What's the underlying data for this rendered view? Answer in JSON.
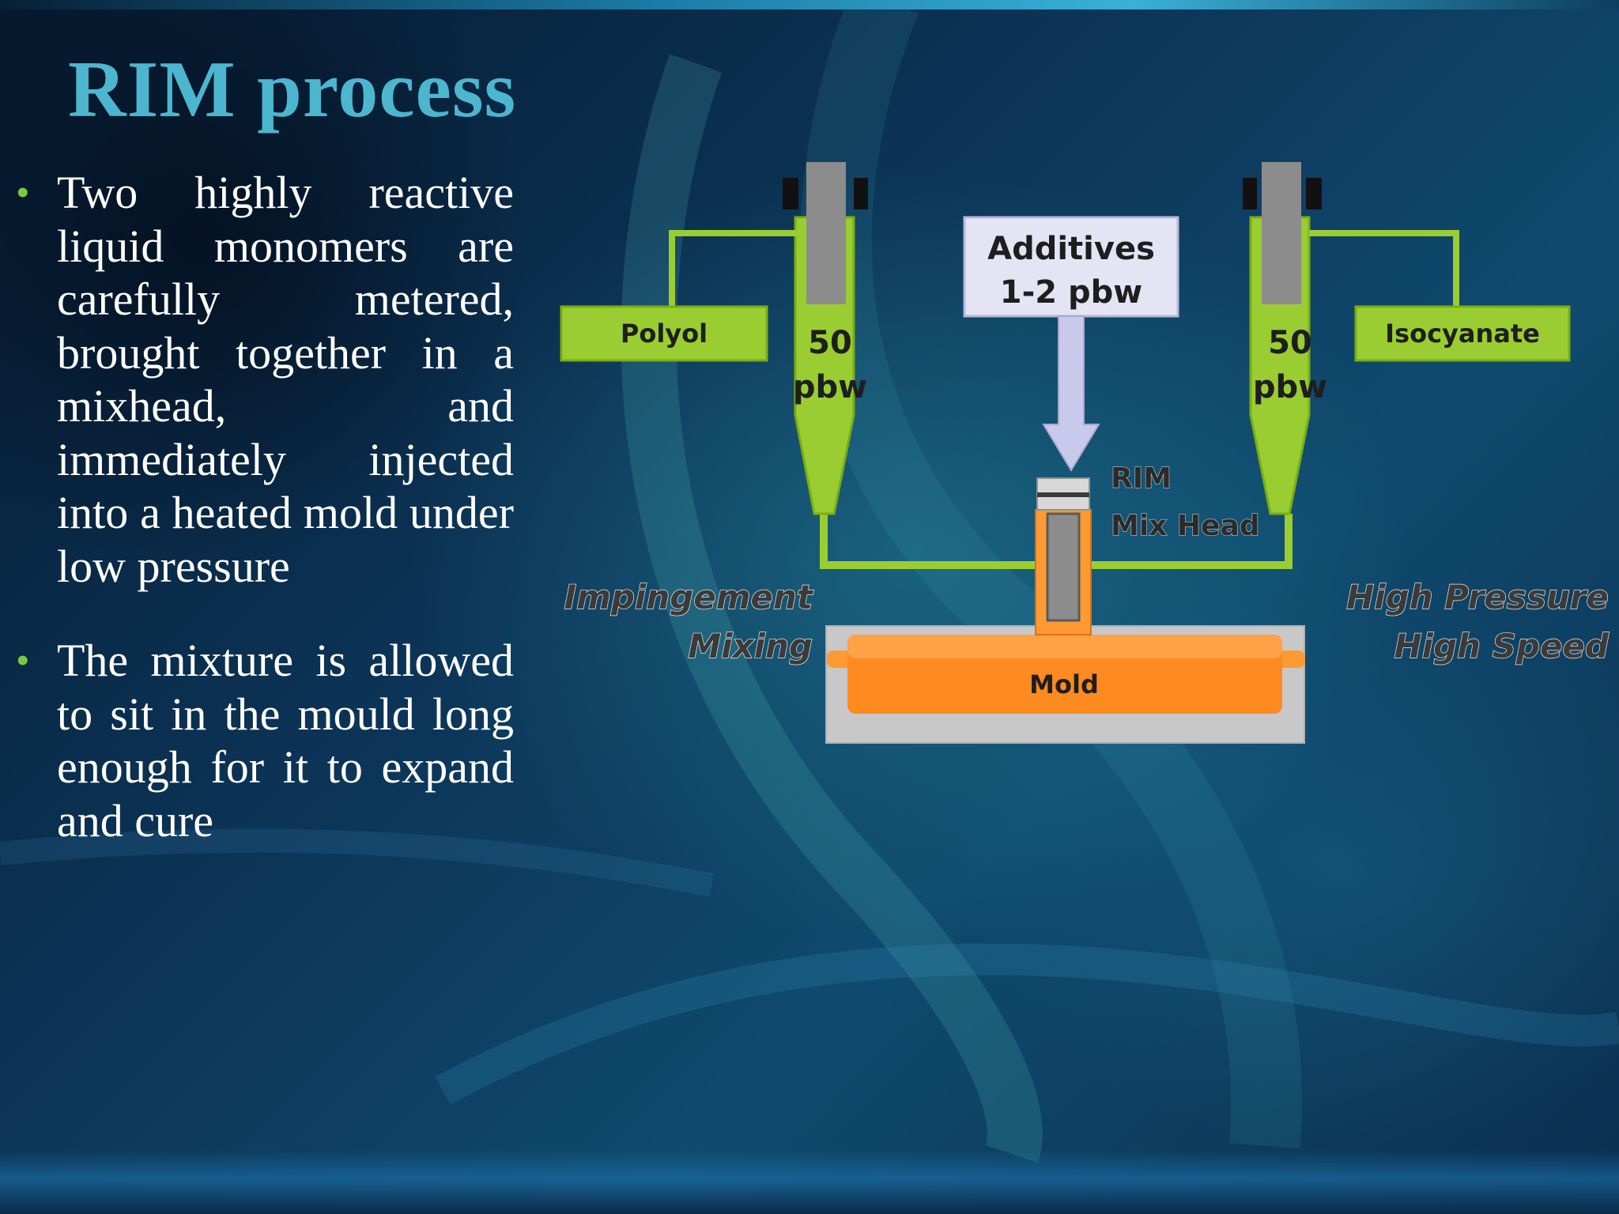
{
  "slide": {
    "title": "RIM process",
    "bullets": [
      "Two highly reactive liquid monomers are carefully metered, brought together in a mixhead, and immediately injected into a heated mold under low pressure",
      "The mixture is allowed to sit in the mould long enough for it to expand and cure"
    ]
  },
  "diagram": {
    "polyol_label": "Polyol",
    "isocyanate_label": "Isocyanate",
    "left_ratio_value": "50",
    "left_ratio_unit": "pbw",
    "right_ratio_value": "50",
    "right_ratio_unit": "pbw",
    "additives_title": "Additives",
    "additives_amount": "1-2 pbw",
    "mix_head_line1": "RIM",
    "mix_head_line2": "Mix Head",
    "left_note_line1": "Impingement",
    "left_note_line2": "Mixing",
    "right_note_line1": "High Pressure",
    "right_note_line2": "High Speed",
    "mold_label": "Mold"
  },
  "colors": {
    "title": "#4cb6cf",
    "bullet_marker": "#7ac943",
    "tank_green": "#9acd32",
    "piston_grey": "#8c8c8c",
    "mold_orange": "#ff8a1f",
    "mold_frame": "#c8c8c8",
    "additives_box": "#e4e4f4",
    "additives_arrow": "#c9c9ec"
  }
}
